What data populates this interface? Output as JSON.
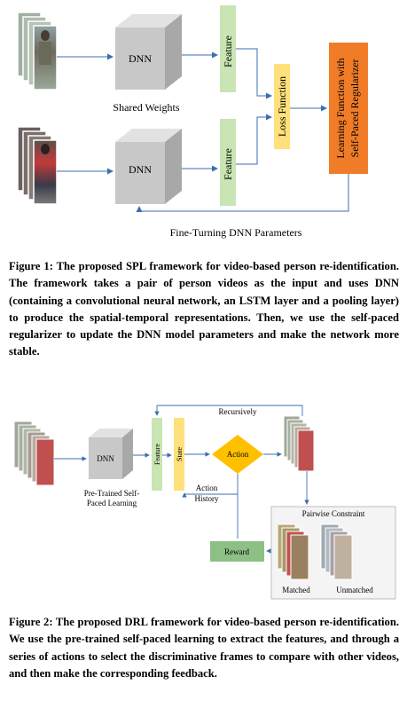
{
  "figure1": {
    "dnn_top": "DNN",
    "dnn_bottom": "DNN",
    "feature_top": "Feature",
    "feature_bottom": "Feature",
    "shared_weights": "Shared Weights",
    "loss_function": "Loss Function",
    "learning_line1": "Learning Function with",
    "learning_line2": "Self-Paced Regularizer",
    "fine_tuning": "Fine-Turning DNN Parameters",
    "caption": "Figure 1: The proposed SPL framework for video-based person re-identification. The framework takes a pair of person videos as the input and uses DNN (containing a convolutional neural network, an LSTM layer and a pooling layer) to produce the spatial-temporal representations. Then, we use the self-paced regularizer to update the DNN model parameters and make the network more stable."
  },
  "figure2": {
    "dnn": "DNN",
    "pretrained_line1": "Pre-Trained Self-",
    "pretrained_line2": "Paced Learning",
    "feature": "Feature",
    "state": "State",
    "action": "Action",
    "recursively": "Recursively",
    "action_history_line1": "Action",
    "action_history_line2": "History",
    "reward": "Reward",
    "pairwise": "Pairwise Constraint",
    "matched": "Matched",
    "unmatched": "Unmatched",
    "caption": "Figure 2: The proposed DRL framework for video-based person re-identification. We use the pre-trained self-paced learning to extract the features, and through a series of actions to select the discriminative frames to compare with other videos, and then make the corresponding feedback."
  },
  "colors": {
    "feature_green": "#c9e5b3",
    "loss_yellow": "#ffe07a",
    "learning_orange": "#f07c28",
    "arrow_blue": "#3a6fb0",
    "action_yellow": "#ffc000",
    "reward_green": "#8cc084"
  }
}
